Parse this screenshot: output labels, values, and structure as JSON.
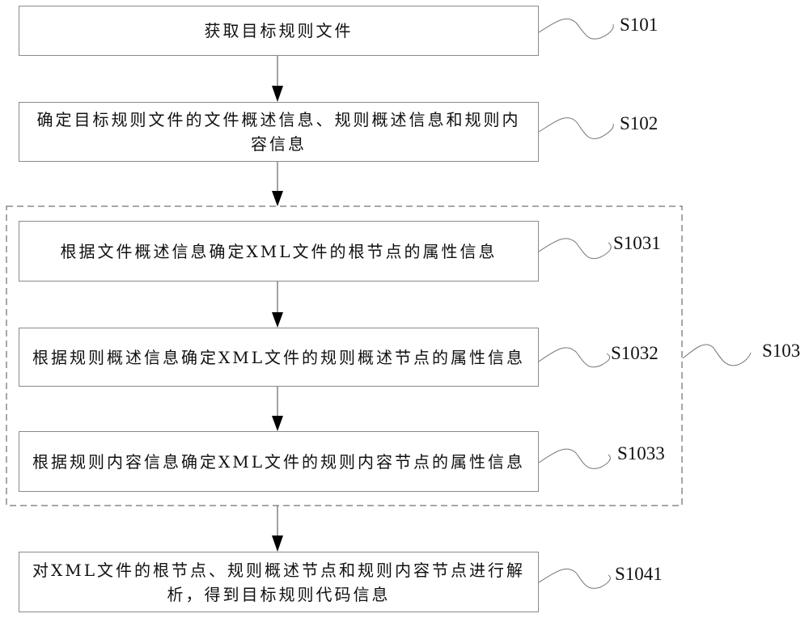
{
  "diagram": {
    "type": "flowchart",
    "steps": [
      {
        "id": "S101",
        "label": "S101",
        "text": "获取目标规则文件"
      },
      {
        "id": "S102",
        "label": "S102",
        "text": "确定目标规则文件的文件概述信息、规则概述信息和规则内容信息"
      },
      {
        "id": "S1031",
        "label": "S1031",
        "text": "根据文件概述信息确定XML文件的根节点的属性信息"
      },
      {
        "id": "S1032",
        "label": "S1032",
        "text": "根据规则概述信息确定XML文件的规则概述节点的属性信息"
      },
      {
        "id": "S1033",
        "label": "S1033",
        "text": "根据规则内容信息确定XML文件的规则内容节点的属性信息"
      },
      {
        "id": "S1041",
        "label": "S1041",
        "text": "对XML文件的根节点、规则概述节点和规则内容节点进行解析，得到目标规则代码信息"
      }
    ],
    "group": {
      "id": "S103",
      "label": "S103",
      "contains": [
        "S1031",
        "S1032",
        "S1033"
      ]
    },
    "edges": [
      [
        "S101",
        "S102"
      ],
      [
        "S102",
        "S103"
      ],
      [
        "S1031",
        "S1032"
      ],
      [
        "S1032",
        "S1033"
      ],
      [
        "S103",
        "S1041"
      ]
    ],
    "colors": {
      "box_border": "#8a8a8a",
      "dashed_border": "#8a8a8a",
      "arrow": "#000000",
      "line": "#666666"
    }
  }
}
